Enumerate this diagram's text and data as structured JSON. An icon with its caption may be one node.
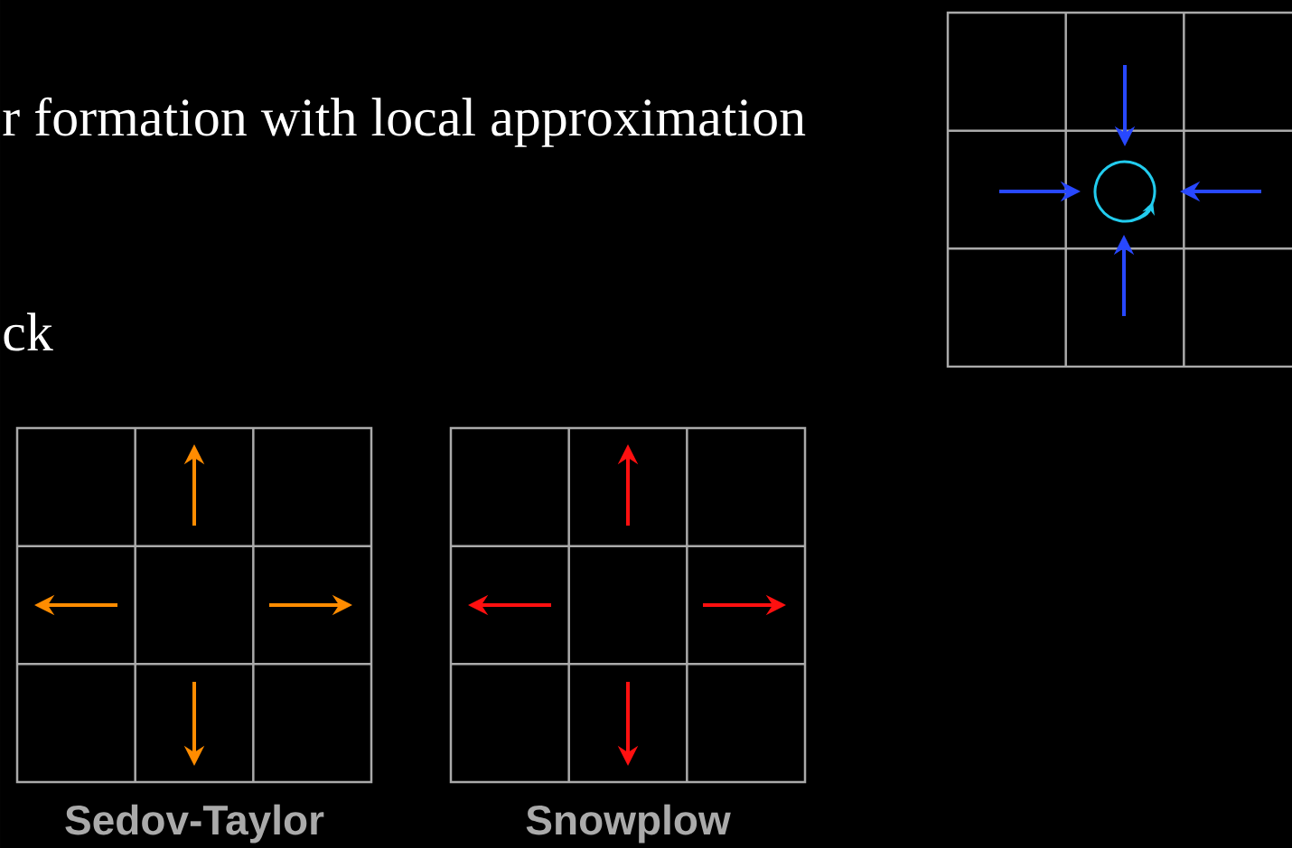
{
  "diagram": {
    "labels": [
      "r formation with local approximation",
      "ck",
      "Sedov-Taylor",
      "Snowplow"
    ]
  }
}
